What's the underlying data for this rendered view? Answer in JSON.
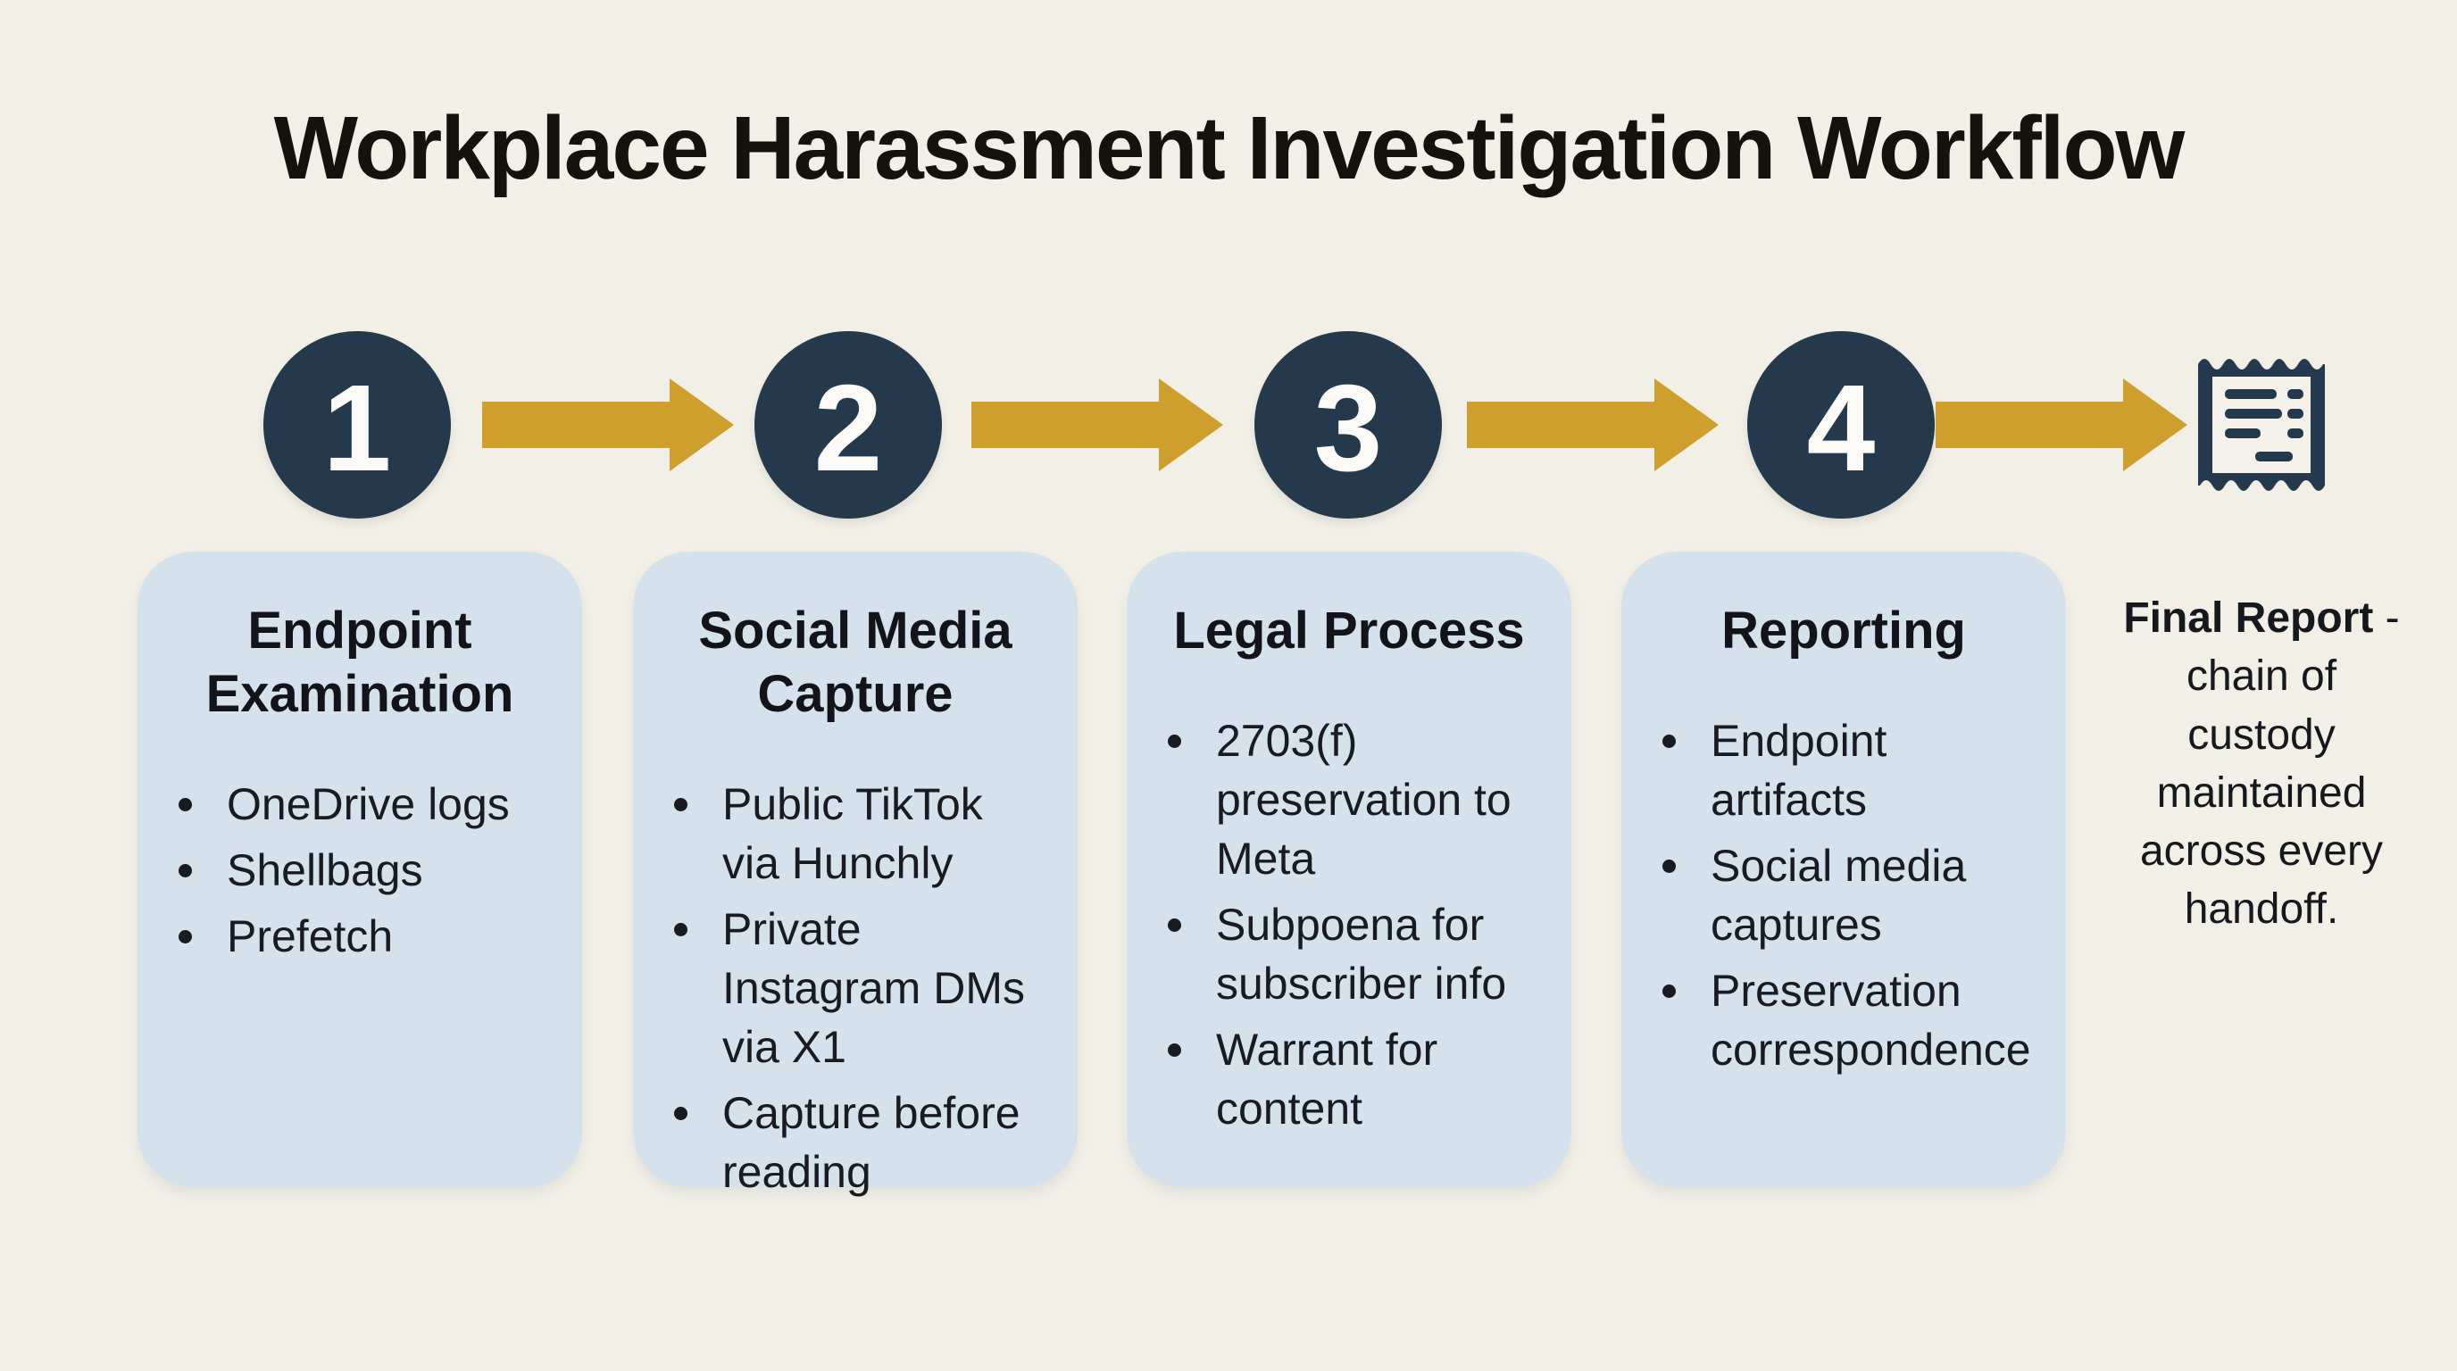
{
  "title": "Workplace Harassment Investigation Workflow",
  "colors": {
    "background": "#f1efe6",
    "navy": "#24394b",
    "gold": "#cf9f2d",
    "card-blue": "#d6e2eb",
    "ink": "#15181d"
  },
  "steps": [
    {
      "number": "1",
      "title": "Endpoint Examination",
      "bullets": [
        "OneDrive logs",
        "Shellbags",
        "Prefetch"
      ]
    },
    {
      "number": "2",
      "title": "Social Media Capture",
      "bullets": [
        "Public TikTok via Hunchly",
        "Private Instagram DMs via X1",
        "Capture before reading"
      ]
    },
    {
      "number": "3",
      "title": "Legal Process",
      "bullets": [
        "2703(f) preservation to Meta",
        "Subpoena for subscriber info",
        "Warrant for content"
      ]
    },
    {
      "number": "4",
      "title": "Reporting",
      "bullets": [
        "Endpoint artifacts",
        "Social media captures",
        "Preservation correspondence"
      ]
    }
  ],
  "final_report": {
    "icon": "receipt-icon",
    "bold": "Final Report",
    "rest": " - chain of custody maintained across every handoff."
  }
}
